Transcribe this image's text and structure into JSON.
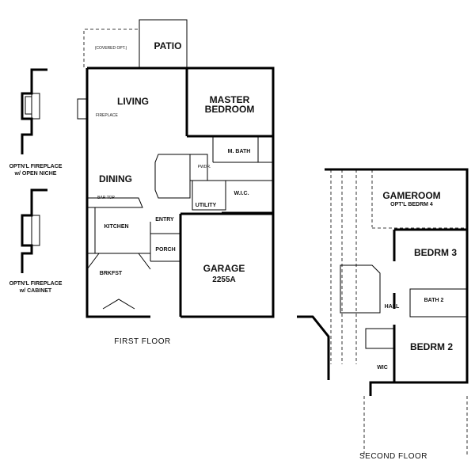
{
  "first_floor": {
    "caption": "FIRST FLOOR",
    "rooms": {
      "patio": "PATIO",
      "covered": "(COVERED OPT.)",
      "living": "LIVING",
      "fireplace": "FIREPLACE",
      "master_1": "MASTER",
      "master_2": "BEDROOM",
      "mbath": "M. BATH",
      "pwdr": "PWDR.",
      "wic": "W.I.C.",
      "dining": "DINING",
      "utility": "UTILITY",
      "bar_top": "BAR TOP",
      "entry": "ENTRY",
      "kitchen": "KITCHEN",
      "porch": "PORCH",
      "garage": "GARAGE",
      "plan_no": "2255A",
      "brkfst": "BRKFST"
    }
  },
  "options": {
    "niche_1": "OPTN'L FIREPLACE",
    "niche_2": "w/ OPEN NICHE",
    "cabinet_1": "OPTN'L FIREPLACE",
    "cabinet_2": "w/ CABINET"
  },
  "second_floor": {
    "caption": "SECOND FLOOR",
    "rooms": {
      "gameroom": "GAMEROOM",
      "bedrm4": "OPT'L BEDRM 4",
      "bedrm3": "BEDRM 3",
      "hall": "HALL",
      "bath2": "BATH 2",
      "bedrm2": "BEDRM 2",
      "wic": "WIC"
    }
  }
}
